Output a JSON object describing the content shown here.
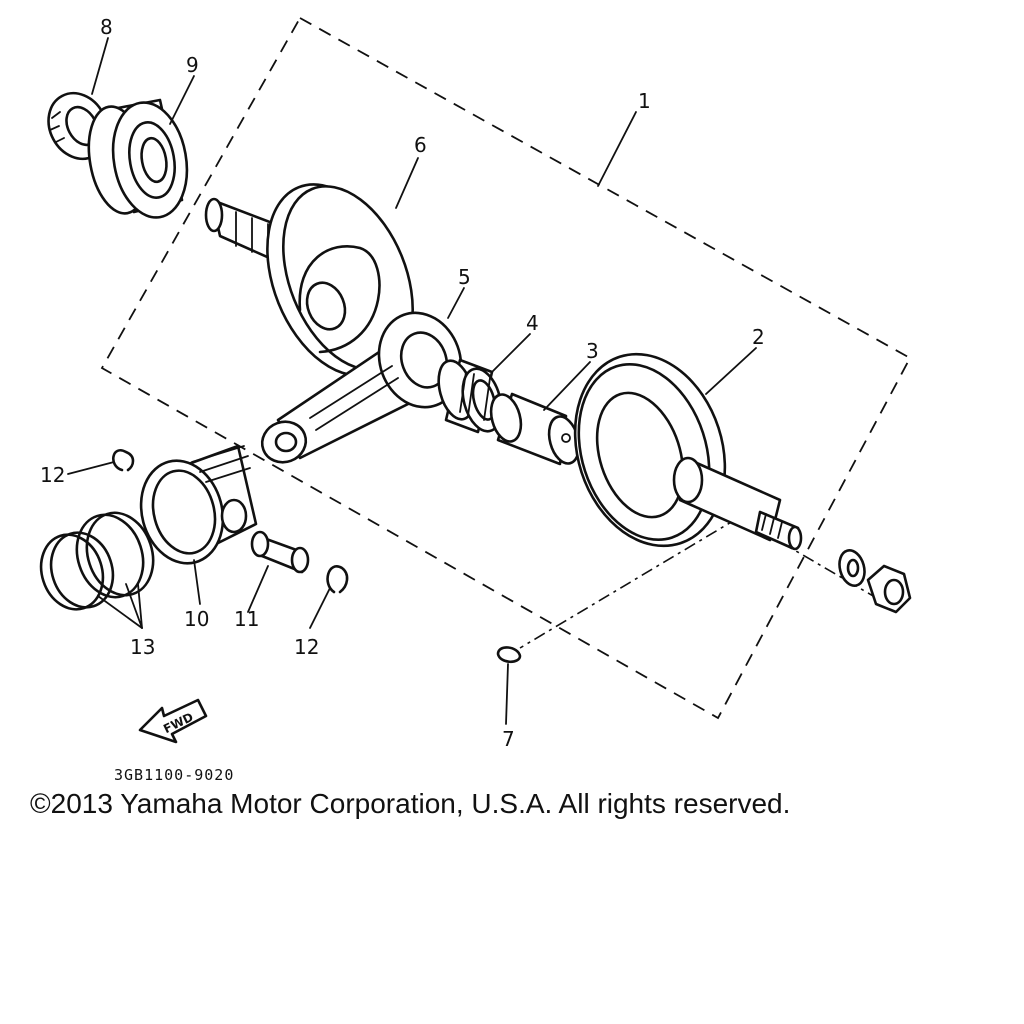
{
  "diagram": {
    "callouts": [
      {
        "id": "1",
        "label": "1"
      },
      {
        "id": "2",
        "label": "2"
      },
      {
        "id": "3",
        "label": "3"
      },
      {
        "id": "4",
        "label": "4"
      },
      {
        "id": "5",
        "label": "5"
      },
      {
        "id": "6",
        "label": "6"
      },
      {
        "id": "7",
        "label": "7"
      },
      {
        "id": "8",
        "label": "8"
      },
      {
        "id": "9",
        "label": "9"
      },
      {
        "id": "10",
        "label": "10"
      },
      {
        "id": "11",
        "label": "11"
      },
      {
        "id": "12a",
        "label": "12"
      },
      {
        "id": "12b",
        "label": "12"
      },
      {
        "id": "13",
        "label": "13"
      }
    ],
    "fwd_label": "FWD",
    "part_code": "3GB1100-9020"
  },
  "footer": {
    "copyright": "©2013 Yamaha Motor Corporation, U.S.A. All rights reserved."
  }
}
